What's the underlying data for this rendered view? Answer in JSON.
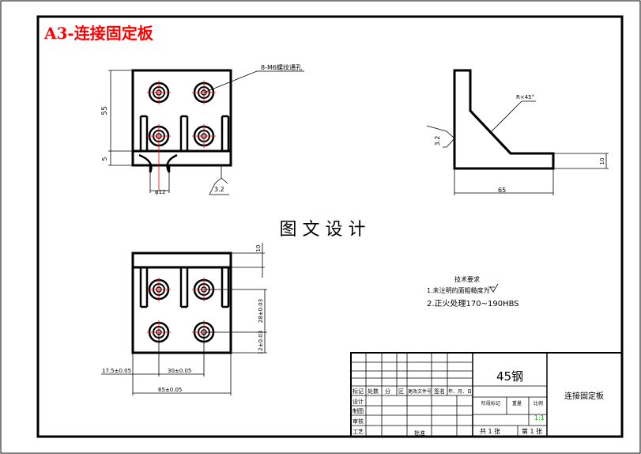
{
  "sheet": {
    "title": "A3-连接固定板",
    "watermark": "图 文 设 计",
    "colors": {
      "title": "#ff0000",
      "line": "#000000",
      "center": "#ff0000",
      "scale": "#00aa00"
    }
  },
  "views": {
    "top": {
      "hole_note": "8-M6螺纹通孔",
      "dim_height": "55",
      "dim_base": "5",
      "dim_dia": "φ12",
      "roughness": "3.2"
    },
    "side": {
      "chamfer": "R×45°",
      "roughness": "3.2",
      "dim_width": "65",
      "dim_thk": "10"
    },
    "front": {
      "dim_top": "10",
      "dim_v1": "28±0.03",
      "dim_v2": "12±0.03",
      "dim_h1": "17.5±0.05",
      "dim_h2": "30±0.05",
      "dim_total": "65±0.05"
    }
  },
  "requirements": {
    "heading": "技术要求",
    "item1": "1.未注明的面粗糙度为",
    "item2": "2.正火处理170~190HBS"
  },
  "title_block": {
    "material": "45钢",
    "part_name": "连接固定板",
    "row_labels": [
      "标记",
      "处数",
      "分",
      "区",
      "更改文件号",
      "签名",
      "年、月、日"
    ],
    "left_labels": [
      "设计",
      "制图",
      "审核",
      "工艺"
    ],
    "approve": "批准",
    "stage_mark": "阶段标记",
    "weight": "重量",
    "scale_label": "比例",
    "scale_value": "1:1",
    "sheet_total": "共 1 张",
    "sheet_no": "第 1 张"
  }
}
